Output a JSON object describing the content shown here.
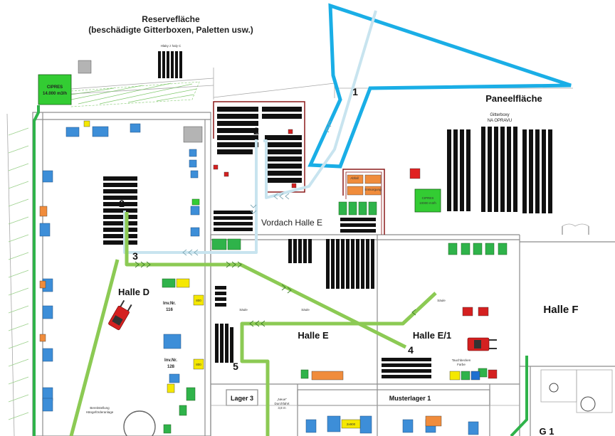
{
  "labels": {
    "reserve_title_1": "Reservefläche",
    "reserve_title_2": "(beschädigte Gitterboxen, Paletten usw.)",
    "haly_z_haly_c": "Hlaky z haly C",
    "cipres_1_name": "CIPRES",
    "cipres_1_value": "14.000 m3/h",
    "cipres_2_name": "CIPRES",
    "cipres_2_value": "10000 m3/h",
    "paneelflaeche": "Paneelfläche",
    "gitterboxy_1": "Gitterboxy",
    "gitterboxy_2": "NA OPRAVU",
    "vordach_halle_e": "Vordach Halle E",
    "halle_d": "Halle D",
    "halle_e": "Halle E",
    "halle_e1": "Halle E/1",
    "halle_f": "Halle F",
    "lager_3": "Lager 3",
    "musterlager_1": "Musterlager 1",
    "g1": "G 1",
    "inv_116_1": "Inv.Nr.",
    "inv_116_2": "116",
    "inv_128_1": "Inv.Nr.",
    "inv_128_2": "128",
    "box_800_a": "800",
    "box_800_b": "800",
    "box_2x900": "2x900",
    "saeule_1": "Säule",
    "saeule_2": "Säule",
    "saeule_3": "Säule",
    "neuer_durchfahrt_1": "„Neue\"",
    "neuer_durchfahrt_2": "Durchfahrt",
    "neuer_durchfahrt_3": "3,8 m",
    "tauchbecken_1": "Tauchbecken",
    "tauchbecken_2": "Farbe",
    "bereitstellung_1": "Bereitstellung",
    "bereitstellung_2": "Hängeförderanlage",
    "abfall": "Abfall",
    "entsorgung": "Entsorgung"
  },
  "route_numbers": [
    "1",
    "2",
    "2",
    "3",
    "4",
    "5"
  ],
  "colors": {
    "route_blue": "#1aaee6",
    "route_light_blue": "#c8e4ef",
    "route_green": "#8cca54",
    "route_green_dark": "#2fb34a",
    "cipres_green": "#33cc33",
    "fence_red": "#8b1a1a",
    "forklift_red": "#d42020",
    "equipment_blue": "#3d8ed8",
    "pallet_black": "#111111"
  }
}
